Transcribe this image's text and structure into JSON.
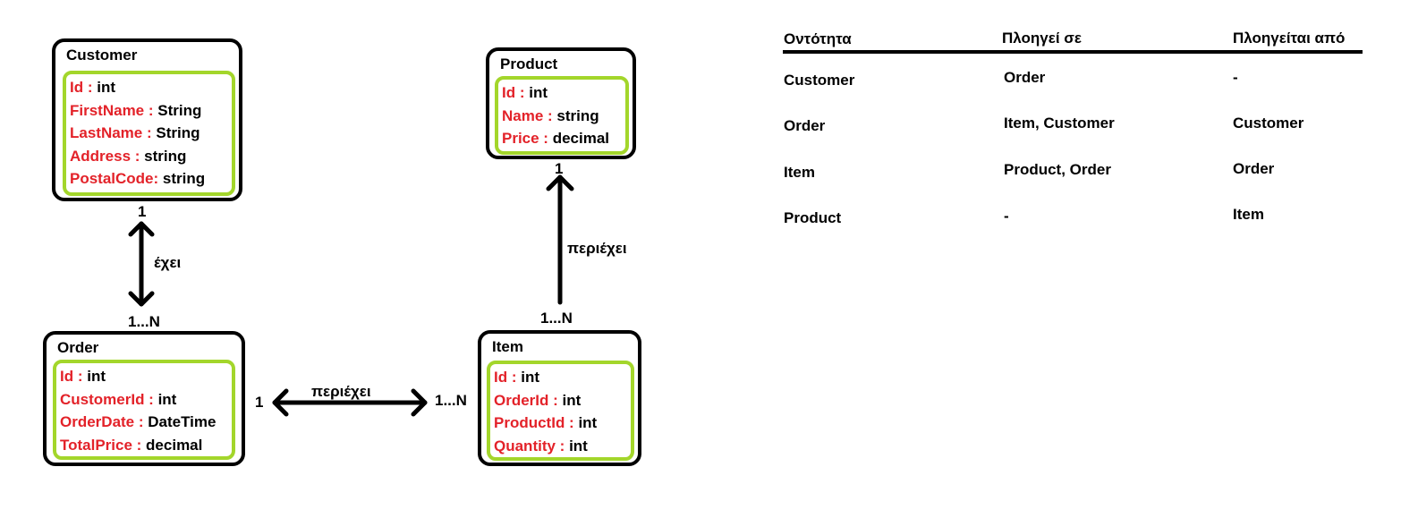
{
  "entities": {
    "customer": {
      "title": "Customer",
      "fields": [
        {
          "name": "Id :",
          "type": " int"
        },
        {
          "name": "FirstName :",
          "type": " String"
        },
        {
          "name": "LastName :",
          "type": " String"
        },
        {
          "name": "Address :",
          "type": " string"
        },
        {
          "name": "PostalCode:",
          "type": " string"
        }
      ]
    },
    "product": {
      "title": "Product",
      "fields": [
        {
          "name": "Id :",
          "type": " int"
        },
        {
          "name": "Name :",
          "type": " string"
        },
        {
          "name": "Price :",
          "type": " decimal"
        }
      ]
    },
    "order": {
      "title": "Order",
      "fields": [
        {
          "name": "Id :",
          "type": " int"
        },
        {
          "name": "CustomerId :",
          "type": " int"
        },
        {
          "name": "OrderDate :",
          "type": " DateTime"
        },
        {
          "name": "TotalPrice :",
          "type": " decimal"
        }
      ]
    },
    "item": {
      "title": "Item",
      "fields": [
        {
          "name": "Id :",
          "type": " int"
        },
        {
          "name": "OrderId :",
          "type": " int"
        },
        {
          "name": "ProductId :",
          "type": " int"
        },
        {
          "name": "Quantity :",
          "type": " int"
        }
      ]
    }
  },
  "relations": {
    "customer_order": {
      "label": "έχει",
      "card_top": "1",
      "card_bottom": "1...N"
    },
    "item_product": {
      "label": "περιέχει",
      "card_top": "1",
      "card_bottom": "1...N"
    },
    "order_item": {
      "label": "περιέχει",
      "card_left": "1",
      "card_right": "1...N"
    }
  },
  "colors": {
    "field_name": "#e32229",
    "field_box_border": "#a3d62b",
    "entity_border": "#000000"
  },
  "table": {
    "headers": [
      "Οντότητα",
      "Πλοηγεί σε",
      "Πλοηγείται από"
    ],
    "rows": [
      [
        "Customer",
        "Order",
        "-"
      ],
      [
        "Order",
        "Item, Customer",
        "Customer"
      ],
      [
        "Item",
        "Product, Order",
        "Order"
      ],
      [
        "Product",
        "-",
        "Item"
      ]
    ]
  }
}
